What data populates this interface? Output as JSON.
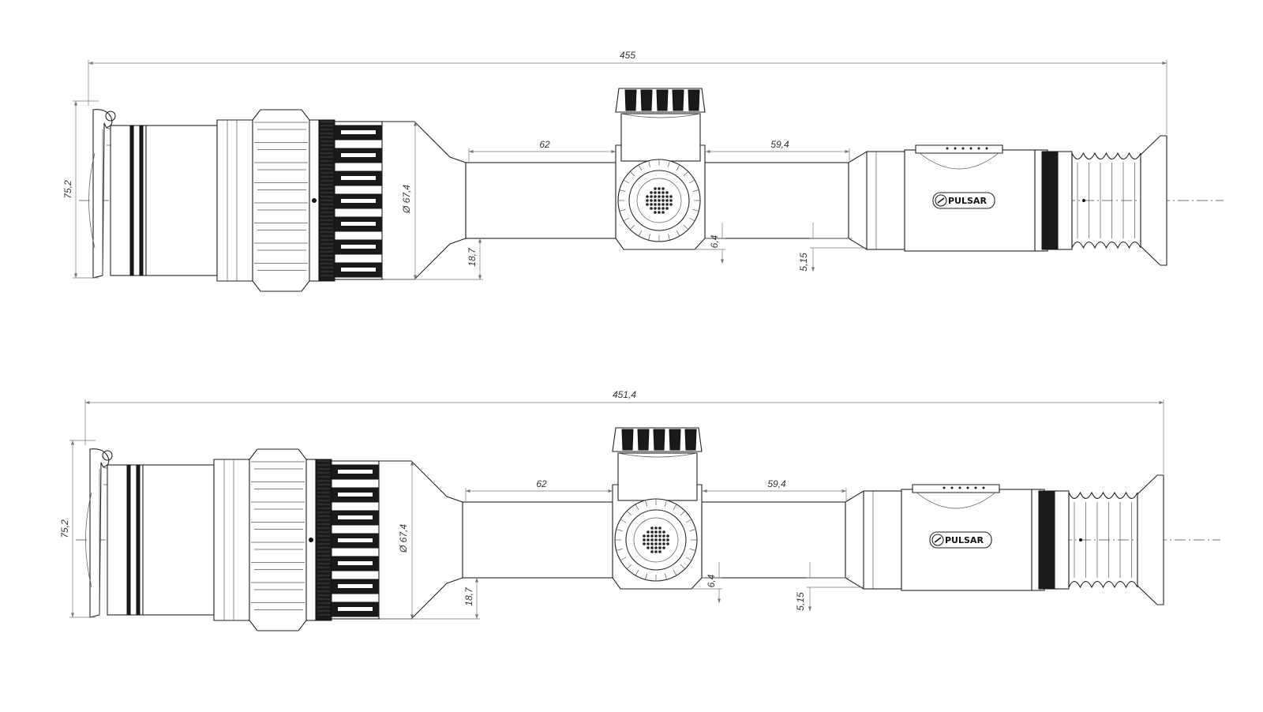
{
  "logo_text": "PULSAR",
  "views": [
    {
      "id": "top",
      "overall_length": "455",
      "height": "75,2",
      "lens_diameter": "Ø 67,4",
      "tube_offset": "18,7",
      "turret_to_front": "62",
      "turret_to_rear": "59,4",
      "turret_offset": "6,4",
      "rear_offset": "5,15"
    },
    {
      "id": "bottom",
      "overall_length": "451,4",
      "height": "75,2",
      "lens_diameter": "Ø 67,4",
      "tube_offset": "18,7",
      "turret_to_front": "62",
      "turret_to_rear": "59,4",
      "turret_offset": "6,4",
      "rear_offset": "5,15"
    }
  ],
  "colors": {
    "line": "#222222",
    "dimension": "#777777",
    "fill_dark": "#1a1a1a"
  }
}
